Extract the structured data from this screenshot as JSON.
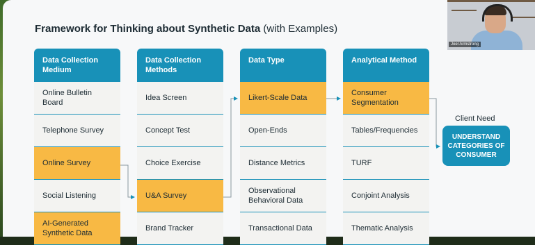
{
  "slide": {
    "title_bold": "Framework for Thinking about Synthetic Data",
    "title_suffix": "(with Examples)"
  },
  "columns": [
    {
      "header": "Data Collection Medium",
      "items": [
        {
          "label": "Online Bulletin Board",
          "highlighted": false
        },
        {
          "label": "Telephone Survey",
          "highlighted": false
        },
        {
          "label": "Online Survey",
          "highlighted": true
        },
        {
          "label": "Social Listening",
          "highlighted": false
        },
        {
          "label": "AI-Generated Synthetic Data",
          "highlighted": true
        }
      ]
    },
    {
      "header": "Data Collection Methods",
      "items": [
        {
          "label": "Idea Screen",
          "highlighted": false
        },
        {
          "label": "Concept Test",
          "highlighted": false
        },
        {
          "label": "Choice Exercise",
          "highlighted": false
        },
        {
          "label": "U&A Survey",
          "highlighted": true
        },
        {
          "label": "Brand Tracker",
          "highlighted": false
        }
      ]
    },
    {
      "header": "Data Type",
      "items": [
        {
          "label": "Likert-Scale Data",
          "highlighted": true
        },
        {
          "label": "Open-Ends",
          "highlighted": false
        },
        {
          "label": "Distance Metrics",
          "highlighted": false
        },
        {
          "label": "Observational Behavioral Data",
          "highlighted": false
        },
        {
          "label": "Transactional Data",
          "highlighted": false
        }
      ]
    },
    {
      "header": "Analytical Method",
      "items": [
        {
          "label": "Consumer Segmentation",
          "highlighted": true
        },
        {
          "label": "Tables/Frequencies",
          "highlighted": false
        },
        {
          "label": "TURF",
          "highlighted": false
        },
        {
          "label": "Conjoint Analysis",
          "highlighted": false
        },
        {
          "label": "Thematic Analysis",
          "highlighted": false
        }
      ]
    }
  ],
  "client_need": {
    "label": "Client Need",
    "value": "UNDERSTAND CATEGORIES OF CONSUMER"
  },
  "webcam": {
    "participant_name": "Joel Armstrong"
  },
  "colors": {
    "header_blue": "#1891b8",
    "highlight_orange": "#f8b944",
    "cell_bg": "#f3f3f1"
  }
}
